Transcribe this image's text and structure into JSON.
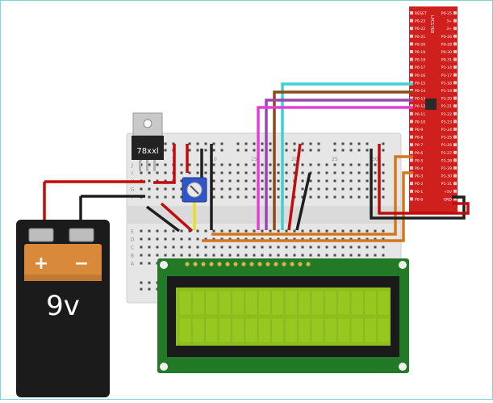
{
  "battery": {
    "plus_label": "+",
    "minus_label": "−",
    "voltage_label": "9v"
  },
  "regulator": {
    "label": "78xxl"
  },
  "breadboard": {
    "rows_top": [
      "J",
      "I",
      "H",
      "G",
      "F"
    ],
    "rows_bottom": [
      "E",
      "D",
      "C",
      "B",
      "A"
    ],
    "col_labels": [
      "1",
      "5",
      "10",
      "15",
      "20",
      "25",
      "30"
    ]
  },
  "board": {
    "left_pins": [
      "RESET",
      "P0-23",
      "P0-22",
      "P0-21",
      "P0-20",
      "P0-19",
      "P0-18",
      "P0-17",
      "P0-16",
      "P0-15",
      "P0-14",
      "P0-13",
      "P0-12",
      "P0-11",
      "P0-10",
      "P0-9",
      "P0-8",
      "P0-7",
      "P0-6",
      "P0-5",
      "P0-4",
      "P0-3",
      "P0-2",
      "P0-1",
      "P0-0"
    ],
    "right_pins": [
      "P0-25",
      "3+",
      "3+",
      "P0-26",
      "P0-28",
      "P0-30",
      "P0-31",
      "P1-14",
      "P1-17",
      "P1-18",
      "P1-19",
      "P1-20",
      "P1-21",
      "P1-22",
      "P1-23",
      "P1-24",
      "P1-25",
      "P1-26",
      "P1-27",
      "P1-28",
      "P1-29",
      "P1-30",
      "P1-31",
      "+5V",
      "GND"
    ],
    "colors": {
      "body": "#d0201e",
      "pin": "#f4c6c3",
      "text": "#ffffff"
    }
  },
  "colors": {
    "wire_red": "#c00c0c",
    "wire_black": "#1e1e1e",
    "wire_cyan": "#3fd0d0",
    "wire_brown": "#8a4a1c",
    "wire_purple": "#9a46b0",
    "wire_magenta": "#e040d8",
    "wire_orange": "#d4761e",
    "wire_yellow": "#e6e020",
    "breadboard": "#e9e9e9",
    "lcd_green": "#8fbf1e",
    "lcd_bezel": "#1a1a1a",
    "lcd_pcb": "#227a26",
    "battery_copper": "#d9893a",
    "battery_black": "#1b1b1b",
    "pot_blue": "#2f55c8"
  }
}
